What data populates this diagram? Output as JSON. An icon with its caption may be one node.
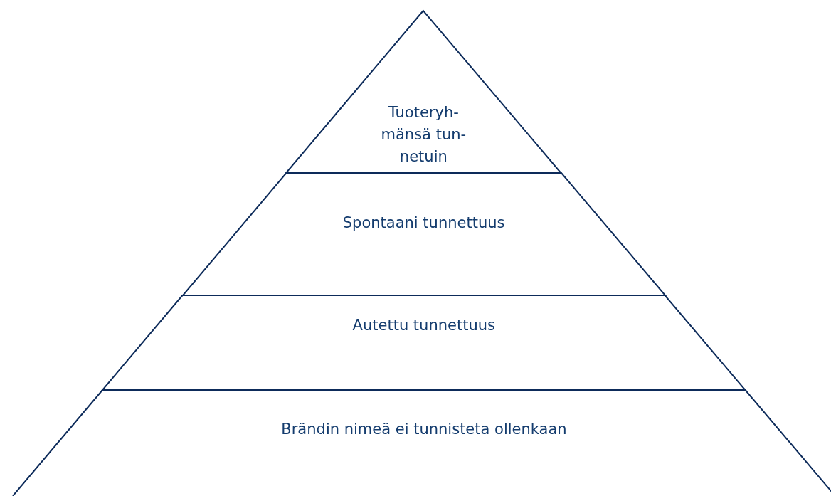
{
  "diagram": {
    "nodes": [
      {
        "text": [
          "Tuoteryh- mänsä tun- netuin"
        ]
      },
      {
        "text": [
          "Spontaani tunnettuus"
        ]
      },
      {
        "text": [
          "Autettu tunnettuus"
        ]
      },
      {
        "text": [
          "Brändin nimeä ei tunnisteta ollenkaan"
        ]
      }
    ]
  }
}
